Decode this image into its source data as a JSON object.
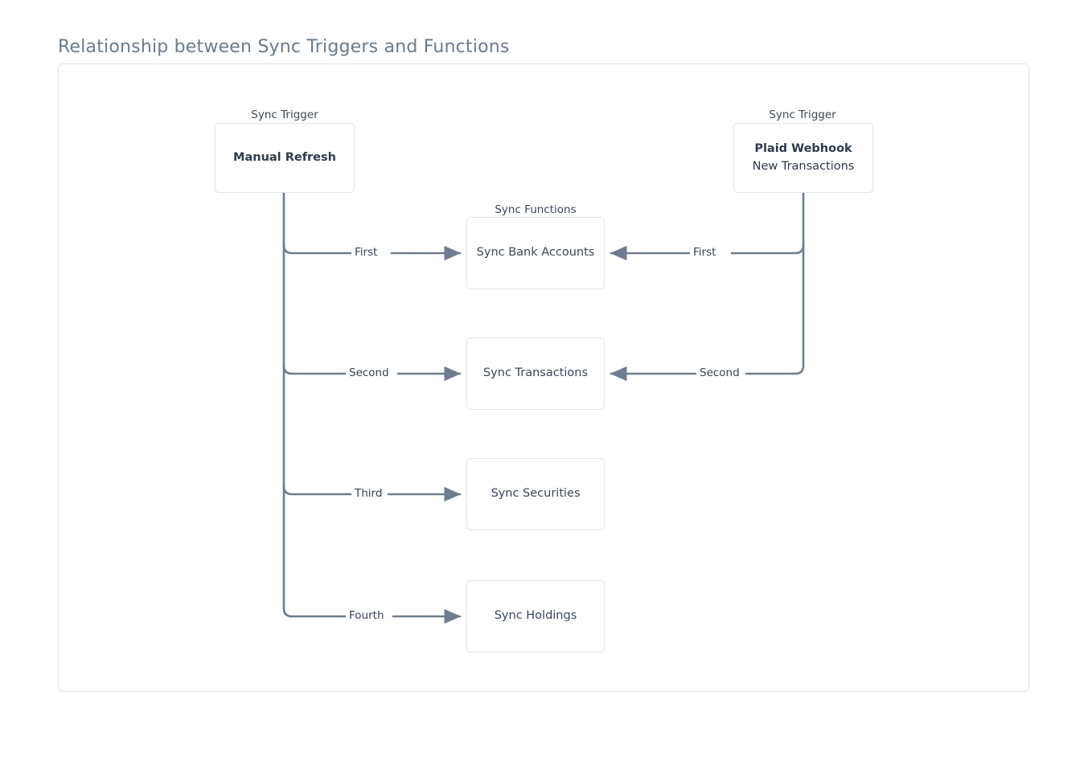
{
  "page": {
    "title": "Relationship between Sync Triggers and Functions"
  },
  "clusters": [
    {
      "id": "trigger-manual",
      "label": "Sync Trigger"
    },
    {
      "id": "functions",
      "label": "Sync Functions"
    },
    {
      "id": "trigger-plaid",
      "label": "Sync Trigger"
    }
  ],
  "nodes": {
    "manual_refresh": {
      "title": "Manual Refresh",
      "subtitle": ""
    },
    "plaid_webhook": {
      "title": "Plaid Webhook",
      "subtitle": "New Transactions"
    },
    "sync_bank_accounts": {
      "label": "Sync Bank Accounts"
    },
    "sync_transactions": {
      "label": "Sync Transactions"
    },
    "sync_securities": {
      "label": "Sync Securities"
    },
    "sync_holdings": {
      "label": "Sync Holdings"
    }
  },
  "edges": [
    {
      "from": "manual_refresh",
      "to": "sync_bank_accounts",
      "label": "First"
    },
    {
      "from": "manual_refresh",
      "to": "sync_transactions",
      "label": "Second"
    },
    {
      "from": "manual_refresh",
      "to": "sync_securities",
      "label": "Third"
    },
    {
      "from": "manual_refresh",
      "to": "sync_holdings",
      "label": "Fourth"
    },
    {
      "from": "plaid_webhook",
      "to": "sync_bank_accounts",
      "label": "First"
    },
    {
      "from": "plaid_webhook",
      "to": "sync_transactions",
      "label": "Second"
    }
  ],
  "colors": {
    "edge": "#6f7c8d",
    "node_border": "#dfe4ec",
    "frame_border": "#dde3ec",
    "title_text": "#6b7a8d",
    "node_text": "#2e3a4d",
    "background": "#ffffff"
  }
}
